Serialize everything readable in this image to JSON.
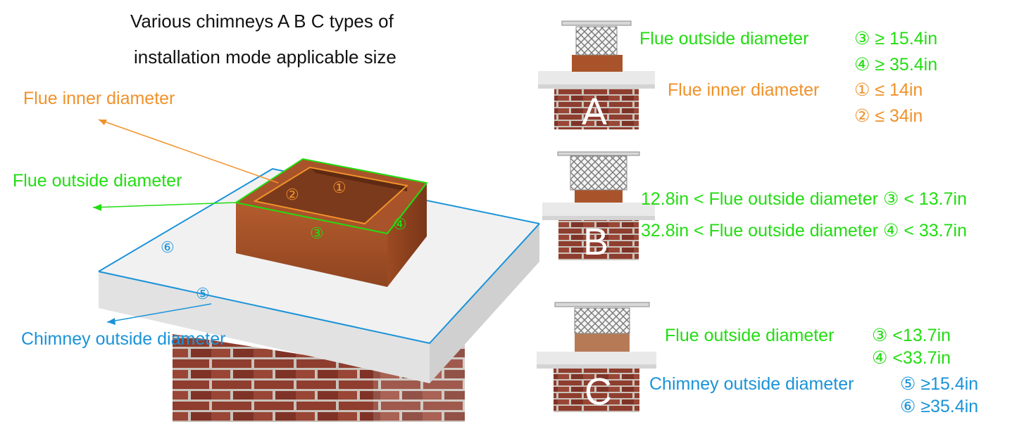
{
  "title": {
    "line1": "Various chimneys A B C types of",
    "line2": "installation mode applicable size"
  },
  "labels": {
    "flue_inner": "Flue inner diameter",
    "flue_outside": "Flue outside diameter",
    "chimney_outside": "Chimney outside diameter"
  },
  "markers": {
    "m1": "①",
    "m2": "②",
    "m3": "③",
    "m4": "④",
    "m5": "⑤",
    "m6": "⑥"
  },
  "panels": {
    "a": {
      "letter": "A",
      "outside_label": "Flue outside diameter",
      "outside_1": "③ ≥ 15.4in",
      "outside_2": "④ ≥ 35.4in",
      "inner_label": "Flue inner diameter",
      "inner_1": "① ≤ 14in",
      "inner_2": "② ≤ 34in"
    },
    "b": {
      "letter": "B",
      "line1": "12.8in < Flue outside diameter ③ < 13.7in",
      "line2": "32.8in < Flue outside diameter ④ < 33.7in"
    },
    "c": {
      "letter": "C",
      "outside_label": "Flue outside diameter",
      "outside_1": "③ <13.7in",
      "outside_2": "④ <33.7in",
      "chimney_label": "Chimney outside diameter",
      "chimney_1": "⑤ ≥15.4in",
      "chimney_2": "⑥ ≥35.4in"
    }
  },
  "colors": {
    "orange": "#f0922b",
    "green": "#22dd11",
    "blue": "#1a93d9",
    "brick": "#8e3d2e",
    "cap": "#ececec",
    "flue": "#a9532a"
  }
}
